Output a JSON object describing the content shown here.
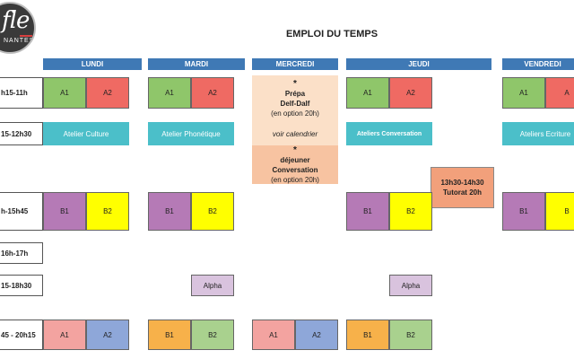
{
  "logo": {
    "big": "fle",
    "small": "NANTES"
  },
  "title": "EMPLOI DU TEMPS",
  "days": [
    "LUNDI",
    "MARDI",
    "MERCREDI",
    "JEUDI",
    "VENDREDI"
  ],
  "slots": [
    "h15-11h",
    "15-12h30",
    "h-15h45",
    "16h-17h",
    "15-18h30",
    "45 - 20h15"
  ],
  "row1": {
    "lundi": [
      "A1",
      "A2"
    ],
    "mardi": [
      "A1",
      "A2"
    ],
    "jeudi": [
      "A1",
      "A2"
    ],
    "vendredi": [
      "A1",
      "A"
    ]
  },
  "row2": {
    "lundi": "Atelier Culture",
    "mardi": "Atelier Phonétique",
    "mercredi": "voir calendrier",
    "jeudi": "Ateliers Conversation",
    "vendredi": "Ateliers Ecriture"
  },
  "mercredi_prepa": {
    "line1": "Prépa",
    "line2": "Delf-Dalf",
    "line3": "(en option 20h)"
  },
  "mercredi_dejeuner": {
    "line1": "déjeuner",
    "line2": "Conversation",
    "line3": "(en option 20h)"
  },
  "tutorat": {
    "line1": "13h30-14h30",
    "line2": "Tutorat 20h"
  },
  "row3": {
    "lundi": [
      "B1",
      "B2"
    ],
    "mardi": [
      "B1",
      "B2"
    ],
    "jeudi": [
      "B1",
      "B2"
    ],
    "vendredi": [
      "B1",
      "B"
    ]
  },
  "alpha": {
    "mardi": "Alpha",
    "jeudi": "Alpha"
  },
  "row6": {
    "lundi": [
      "A1",
      "A2"
    ],
    "mardi": [
      "B1",
      "B2"
    ],
    "mercredi": [
      "A1",
      "A2"
    ],
    "jeudi": [
      "B1",
      "B2"
    ]
  },
  "colors": {
    "header": "#3f79b5",
    "a1": "#8fc66a",
    "a2": "#ef6a63",
    "b1": "#b57ab6",
    "b2": "#ffff00",
    "atelier": "#4bbfc9",
    "alpha": "#d9c3de",
    "mercredi": "#fbe0c8",
    "mercredi_dark": "#f7c3a1",
    "tutorat": "#f2a07b",
    "evening_a1": "#f3a3a0",
    "evening_a2": "#8ea7d9",
    "evening_b1": "#f7b14a",
    "evening_b2": "#a9d18e"
  }
}
